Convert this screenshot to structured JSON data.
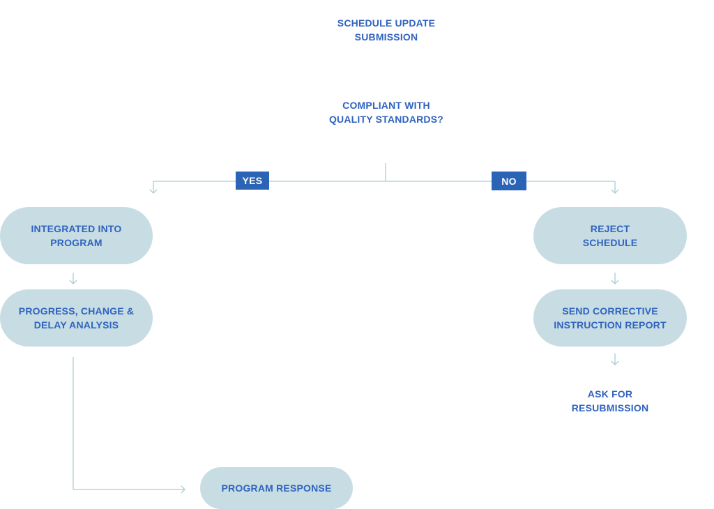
{
  "diagram": {
    "start": "SCHEDULE UPDATE\nSUBMISSION",
    "decision": "COMPLIANT WITH\nQUALITY STANDARDS?",
    "branch_yes": "YES",
    "branch_no": "NO",
    "yes_steps": [
      "INTEGRATED INTO\nPROGRAM",
      "PROGRESS, CHANGE &\nDELAY ANALYSIS"
    ],
    "no_steps": [
      "REJECT\nSCHEDULE",
      "SEND CORRECTIVE\nINSTRUCTION REPORT"
    ],
    "no_end": "ASK FOR\nRESUBMISSION",
    "final": "PROGRAM RESPONSE"
  },
  "colors": {
    "text": "#2f63c0",
    "pill_fill": "#c7dde3",
    "tag_fill": "#2b63b6",
    "connector": "#a9ccd6"
  },
  "icons": [
    "arrow-down-icon",
    "arrow-right-icon"
  ]
}
